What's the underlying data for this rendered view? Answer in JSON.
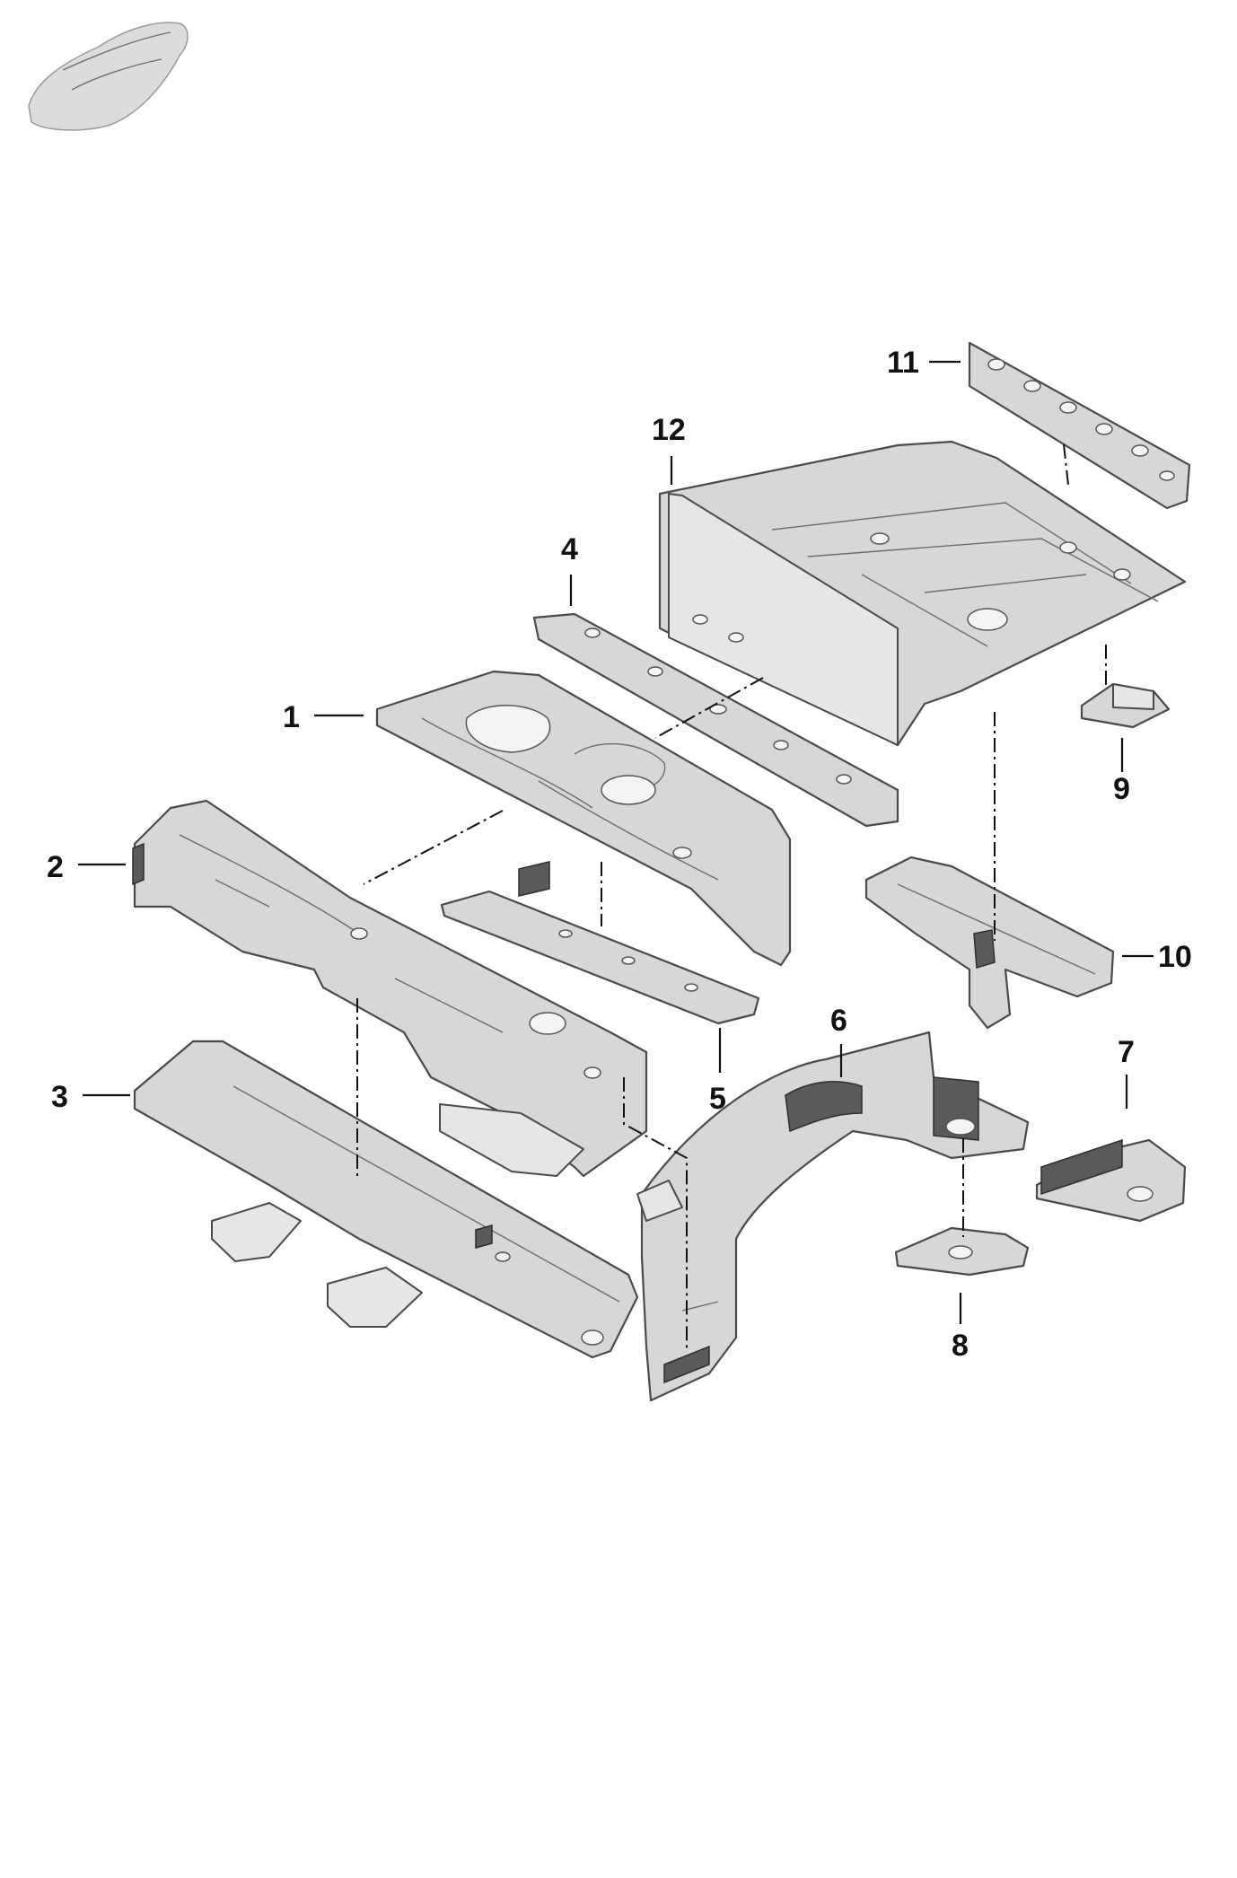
{
  "callouts": [
    {
      "id": "1",
      "label": "1"
    },
    {
      "id": "2",
      "label": "2"
    },
    {
      "id": "3",
      "label": "3"
    },
    {
      "id": "4",
      "label": "4"
    },
    {
      "id": "5",
      "label": "5"
    },
    {
      "id": "6",
      "label": "6"
    },
    {
      "id": "7",
      "label": "7"
    },
    {
      "id": "8",
      "label": "8"
    },
    {
      "id": "9",
      "label": "9"
    },
    {
      "id": "10",
      "label": "10"
    },
    {
      "id": "11",
      "label": "11"
    },
    {
      "id": "12",
      "label": "12"
    }
  ],
  "colors": {
    "part_fill": "#d7d7d7",
    "part_outline": "#4a4a4a",
    "callout_text": "#111111",
    "background": "#ffffff"
  },
  "icons": {
    "vehicle_thumbnail": "car-silhouette-icon"
  }
}
